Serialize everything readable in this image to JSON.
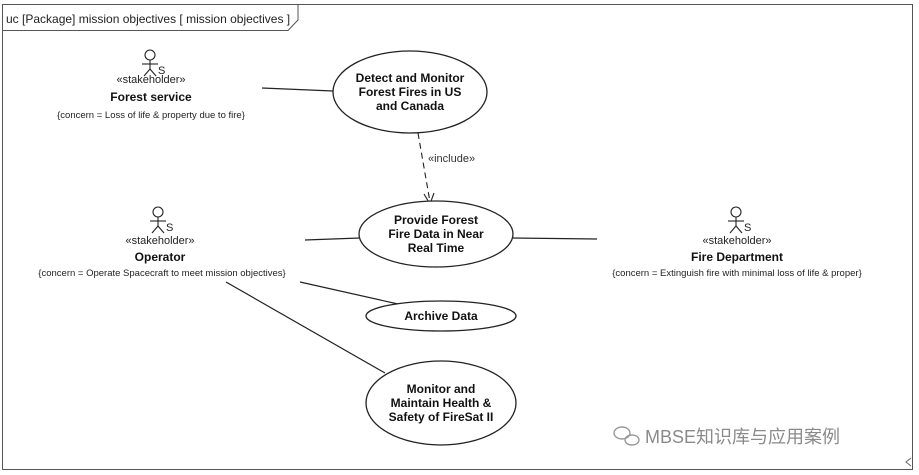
{
  "frame": {
    "label": "uc [Package] mission objectives [ mission objectives ]"
  },
  "actors": [
    {
      "id": "forest-service",
      "stereotype": "«stakeholder»",
      "name": "Forest service",
      "concern": "{concern = Loss of life & property due to fire}"
    },
    {
      "id": "operator",
      "stereotype": "«stakeholder»",
      "name": "Operator",
      "concern": "{concern = Operate Spacecraft to meet mission objectives}"
    },
    {
      "id": "fire-department",
      "stereotype": "«stakeholder»",
      "name": "Fire Department",
      "concern": "{concern = Extinguish fire with minimal loss of life & proper}"
    }
  ],
  "actor_marker": "S",
  "use_cases": [
    {
      "id": "detect-monitor",
      "label": "Detect and Monitor\nForest Fires in US\nand Canada"
    },
    {
      "id": "provide-data",
      "label": "Provide Forest\nFire Data in Near\nReal Time"
    },
    {
      "id": "archive-data",
      "label": "Archive Data"
    },
    {
      "id": "monitor-maintain",
      "label": "Monitor and\nMaintain Health &\nSafety of FireSat II"
    }
  ],
  "relationships": [
    {
      "type": "include",
      "from": "detect-monitor",
      "to": "provide-data",
      "label": "«include»"
    }
  ],
  "watermark": {
    "text": "MBSE知识库与应用案例",
    "color": "#8a8a8a"
  }
}
